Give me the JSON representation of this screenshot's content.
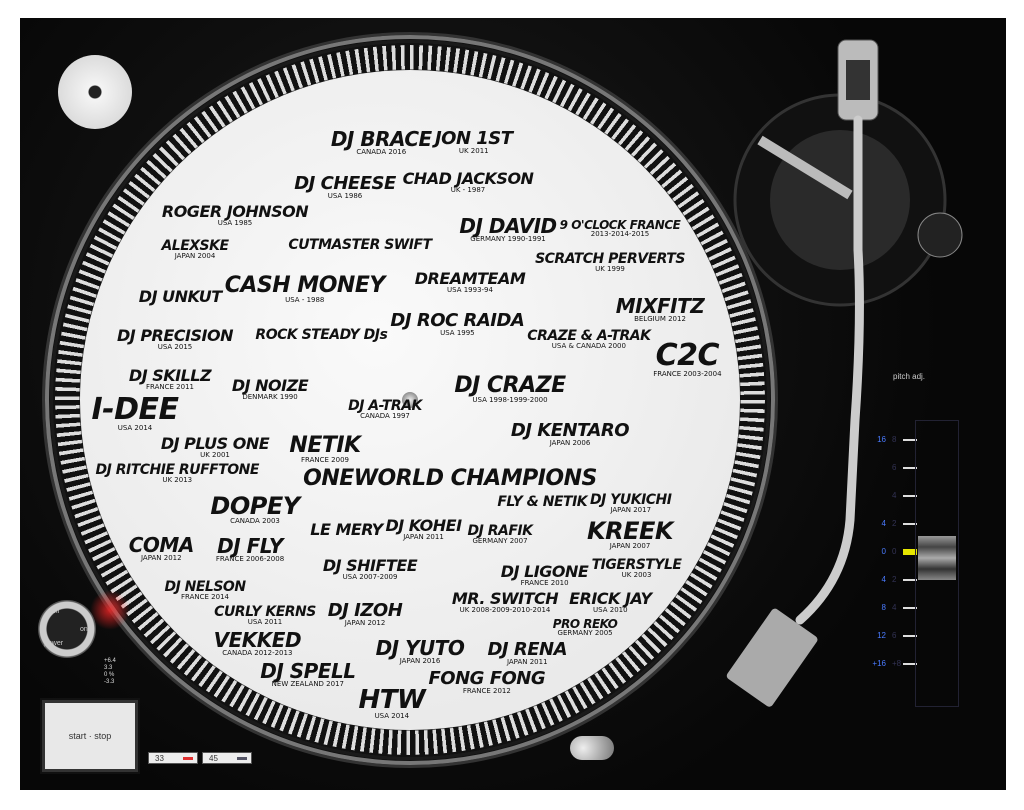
{
  "controls": {
    "start_stop": "start · stop",
    "speed_33": "33",
    "speed_45": "45",
    "power_off": "off",
    "power_on": "on",
    "power_label": "power",
    "pitch_adj": "pitch adj.",
    "pitch_range": [
      "+6.4",
      "3.3",
      "0 %",
      "-3.3"
    ],
    "scale_left": [
      "16",
      "",
      "",
      "4",
      "0",
      "4",
      "8",
      "12",
      "+16"
    ],
    "scale_right": [
      "8",
      "6",
      "4",
      "2",
      "0",
      "2",
      "4",
      "6",
      "+8"
    ]
  },
  "colors": {
    "accent_33": "#e03030",
    "pitch_zero": "#e6e600",
    "scale_blue": "#4a7bff"
  },
  "slipmat": [
    {
      "name": "DJ BRACE",
      "caption": "Canada 2016"
    },
    {
      "name": "JON 1ST",
      "caption": "UK 2011"
    },
    {
      "name": "ROGER JOHNSON",
      "caption": "USA 1985"
    },
    {
      "name": "DJ CHEESE",
      "caption": "USA 1986"
    },
    {
      "name": "CHAD JACKSON",
      "caption": "UK - 1987"
    },
    {
      "name": "DJ DAVID",
      "caption": "Germany 1990-1991"
    },
    {
      "name": "9 O'CLOCK FRANCE",
      "caption": "2013-2014-2015"
    },
    {
      "name": "CUTMASTER SWIFT",
      "caption": ""
    },
    {
      "name": "ALEXSKE",
      "caption": "Japan 2004"
    },
    {
      "name": "SCRATCH PERVERTS",
      "caption": "UK 1999"
    },
    {
      "name": "CASH MONEY",
      "caption": "USA - 1988"
    },
    {
      "name": "DREAMTEAM",
      "caption": "USA 1993-94"
    },
    {
      "name": "DJ UNKUT",
      "caption": ""
    },
    {
      "name": "MIXFITZ",
      "caption": "Belgium 2012"
    },
    {
      "name": "DJ PRECISION",
      "caption": "USA 2015"
    },
    {
      "name": "ROCK STEADY DJs",
      "caption": ""
    },
    {
      "name": "DJ ROC RAIDA",
      "caption": "USA 1995"
    },
    {
      "name": "CRAZE & A-TRAK",
      "caption": "USA & Canada 2000"
    },
    {
      "name": "C2C",
      "caption": "France 2003-2004"
    },
    {
      "name": "DJ SKILLZ",
      "caption": "France 2011"
    },
    {
      "name": "DJ NOIZE",
      "caption": "Denmark 1990"
    },
    {
      "name": "DJ CRAZE",
      "caption": "USA 1998-1999-2000"
    },
    {
      "name": "DJ A-TRAK",
      "caption": "Canada 1997"
    },
    {
      "name": "I-DEE",
      "caption": "USA 2014"
    },
    {
      "name": "DJ PLUS ONE",
      "caption": "UK 2001"
    },
    {
      "name": "DJ KENTARO",
      "caption": "Japan 2006"
    },
    {
      "name": "NETIK",
      "caption": "France 2009"
    },
    {
      "name": "ONEWORLD CHAMPIONS",
      "caption": ""
    },
    {
      "name": "DJ RITCHIE RUFFTONE",
      "caption": "UK 2013"
    },
    {
      "name": "DOPEY",
      "caption": "Canada 2003"
    },
    {
      "name": "FLY & NETIK",
      "caption": ""
    },
    {
      "name": "DJ YUKICHI",
      "caption": "Japan 2017"
    },
    {
      "name": "LE MERY",
      "caption": ""
    },
    {
      "name": "DJ KOHEI",
      "caption": "Japan 2011"
    },
    {
      "name": "DJ RAFIK",
      "caption": "Germany 2007"
    },
    {
      "name": "KREEK",
      "caption": "Japan 2007"
    },
    {
      "name": "COMA",
      "caption": "Japan 2012"
    },
    {
      "name": "DJ FLY",
      "caption": "France 2006-2008"
    },
    {
      "name": "DJ SHIFTEE",
      "caption": "USA 2007-2009"
    },
    {
      "name": "DJ LIGONE",
      "caption": "France 2010"
    },
    {
      "name": "TIGERSTYLE",
      "caption": "UK 2003"
    },
    {
      "name": "DJ NELSON",
      "caption": "France 2014"
    },
    {
      "name": "CURLY KERNS",
      "caption": "USA 2011"
    },
    {
      "name": "DJ IZOH",
      "caption": "Japan 2012"
    },
    {
      "name": "MR. SWITCH",
      "caption": "UK 2008-2009-2010-2014"
    },
    {
      "name": "ERICK JAY",
      "caption": "USA 2010"
    },
    {
      "name": "VEKKED",
      "caption": "Canada 2012-2013"
    },
    {
      "name": "DJ YUTO",
      "caption": "Japan 2016"
    },
    {
      "name": "DJ RENA",
      "caption": "Japan 2011"
    },
    {
      "name": "PRO REKO",
      "caption": "Germany 2005"
    },
    {
      "name": "DJ SPELL",
      "caption": "New Zealand 2017"
    },
    {
      "name": "HTW",
      "caption": "USA 2014"
    },
    {
      "name": "FONG FONG",
      "caption": "France 2012"
    }
  ]
}
